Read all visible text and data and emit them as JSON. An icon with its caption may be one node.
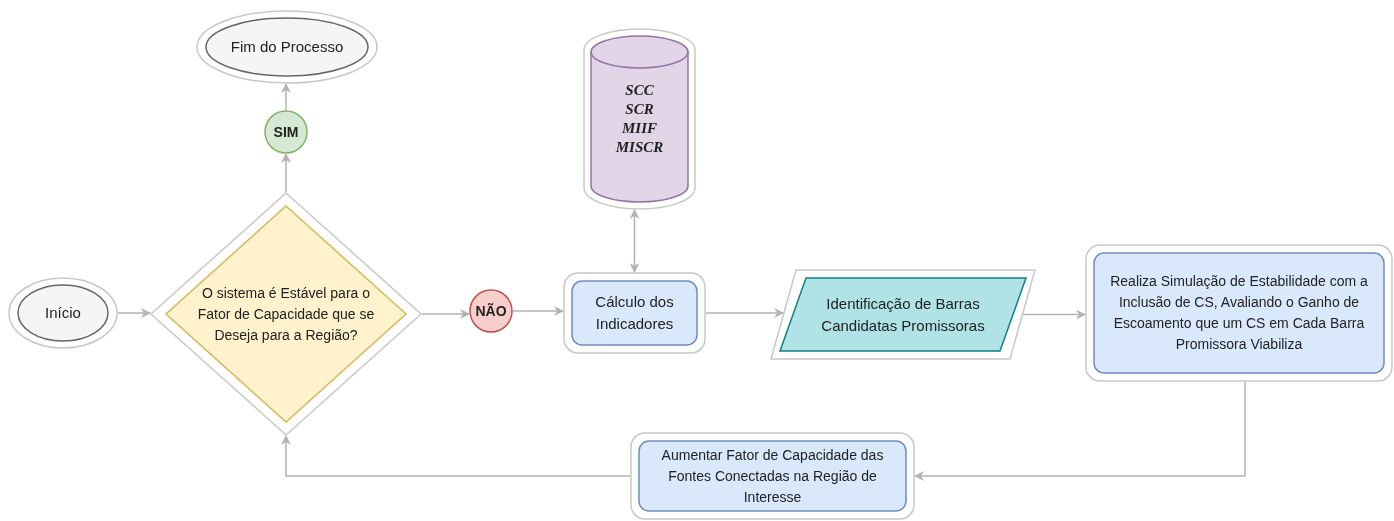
{
  "diagram": {
    "nodes": [
      {
        "text": [
          "Início"
        ]
      },
      {
        "text": [
          "O sistema é Estável para o Fator de Capacidade que se Deseja para a Região?"
        ]
      },
      {
        "text": [
          "SIM"
        ]
      },
      {
        "text": [
          "Fim do Processo"
        ]
      },
      {
        "text": [
          "NÃO"
        ]
      },
      {
        "text": [
          "SCC",
          "SCR",
          "MIIF",
          "MISCR"
        ]
      },
      {
        "text": [
          "Cálculo dos Indicadores"
        ]
      },
      {
        "text": [
          "Identificação de Barras Candidatas Promissoras"
        ]
      },
      {
        "text": [
          "Realiza Simulação de Estabilidade com a Inclusão de CS, Avaliando o Ganho de Escoamento que um CS em Cada Barra Promissora Viabiliza"
        ]
      },
      {
        "text": [
          "Aumentar Fator de Capacidade das Fontes Conectadas na Região de Interesse"
        ]
      }
    ],
    "edges": [
      {
        "from": 0,
        "to": 1,
        "arrow": "to"
      },
      {
        "from": 1,
        "to": 2,
        "arrow": "to"
      },
      {
        "from": 2,
        "to": 3,
        "arrow": "to"
      },
      {
        "from": 1,
        "to": 4,
        "arrow": "to"
      },
      {
        "from": 4,
        "to": 6,
        "arrow": "to"
      },
      {
        "from": 6,
        "to": 5,
        "arrow": "both"
      },
      {
        "from": 6,
        "to": 7,
        "arrow": "to"
      },
      {
        "from": 7,
        "to": 8,
        "arrow": "to"
      },
      {
        "from": 8,
        "to": 9,
        "arrow": "to"
      },
      {
        "from": 9,
        "to": 1,
        "arrow": "to"
      }
    ]
  }
}
